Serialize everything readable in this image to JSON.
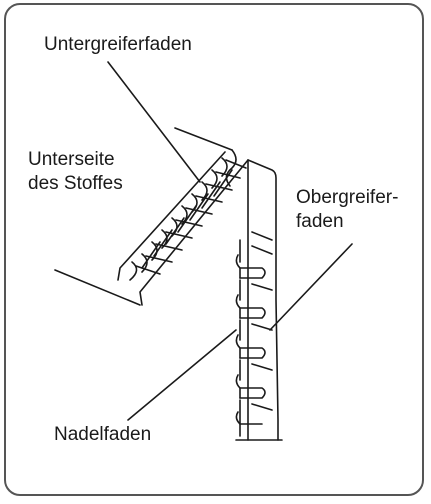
{
  "labels": {
    "untergreiferfaden": "Untergreiferfaden",
    "unterseite_line1": "Unterseite",
    "unterseite_line2": "des Stoffes",
    "obergreifer_line1": "Obergreifer-",
    "obergreifer_line2": "faden",
    "nadelfaden": "Nadelfaden"
  },
  "colors": {
    "ink": "#1a1a1a",
    "frame": "#555555",
    "background": "#ffffff"
  }
}
